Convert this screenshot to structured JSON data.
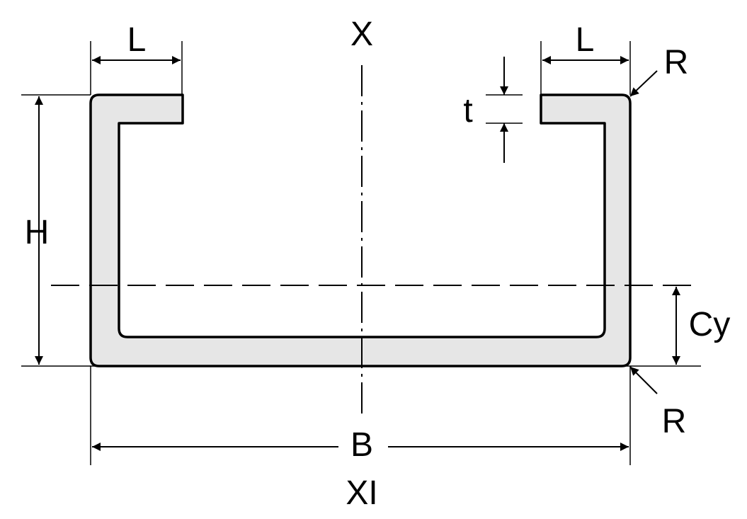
{
  "diagram": {
    "labels": {
      "x_axis_top": "X",
      "x_axis_bottom": "XI",
      "flange_length_left": "L",
      "flange_length_right": "L",
      "thickness": "t",
      "height": "H",
      "width": "B",
      "centroid_y": "Cy",
      "radius_top": "R",
      "radius_bottom": "R"
    },
    "colors": {
      "profile_fill": "#e6e6e6",
      "stroke": "#000000",
      "background": "#ffffff"
    }
  }
}
